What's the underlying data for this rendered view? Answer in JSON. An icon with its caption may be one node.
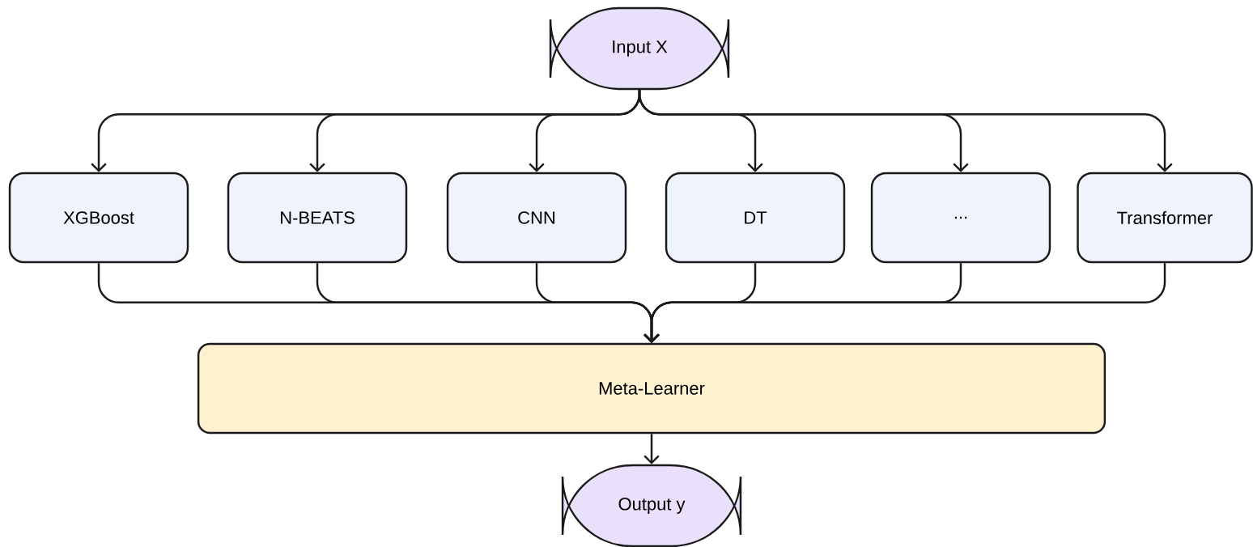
{
  "diagram": {
    "nodes": [
      {
        "text": [
          "Input X"
        ]
      },
      {
        "text": [
          "XGBoost"
        ]
      },
      {
        "text": [
          "N-BEATS"
        ]
      },
      {
        "text": [
          "CNN"
        ]
      },
      {
        "text": [
          "DT"
        ]
      },
      {
        "text": [
          "..."
        ]
      },
      {
        "text": [
          "Transformer"
        ]
      },
      {
        "text": [
          "Meta-Learner"
        ]
      },
      {
        "text": [
          "Output y"
        ]
      }
    ],
    "edges": [
      {
        "from": 0,
        "to": 1,
        "arrow": "to"
      },
      {
        "from": 0,
        "to": 2,
        "arrow": "to"
      },
      {
        "from": 0,
        "to": 3,
        "arrow": "to"
      },
      {
        "from": 0,
        "to": 4,
        "arrow": "to"
      },
      {
        "from": 0,
        "to": 5,
        "arrow": "to"
      },
      {
        "from": 0,
        "to": 6,
        "arrow": "to"
      },
      {
        "from": 1,
        "to": 7,
        "arrow": "to"
      },
      {
        "from": 2,
        "to": 7,
        "arrow": "to"
      },
      {
        "from": 3,
        "to": 7,
        "arrow": "to"
      },
      {
        "from": 4,
        "to": 7,
        "arrow": "to"
      },
      {
        "from": 5,
        "to": 7,
        "arrow": "to"
      },
      {
        "from": 6,
        "to": 7,
        "arrow": "to"
      },
      {
        "from": 7,
        "to": 8,
        "arrow": "to"
      }
    ]
  }
}
